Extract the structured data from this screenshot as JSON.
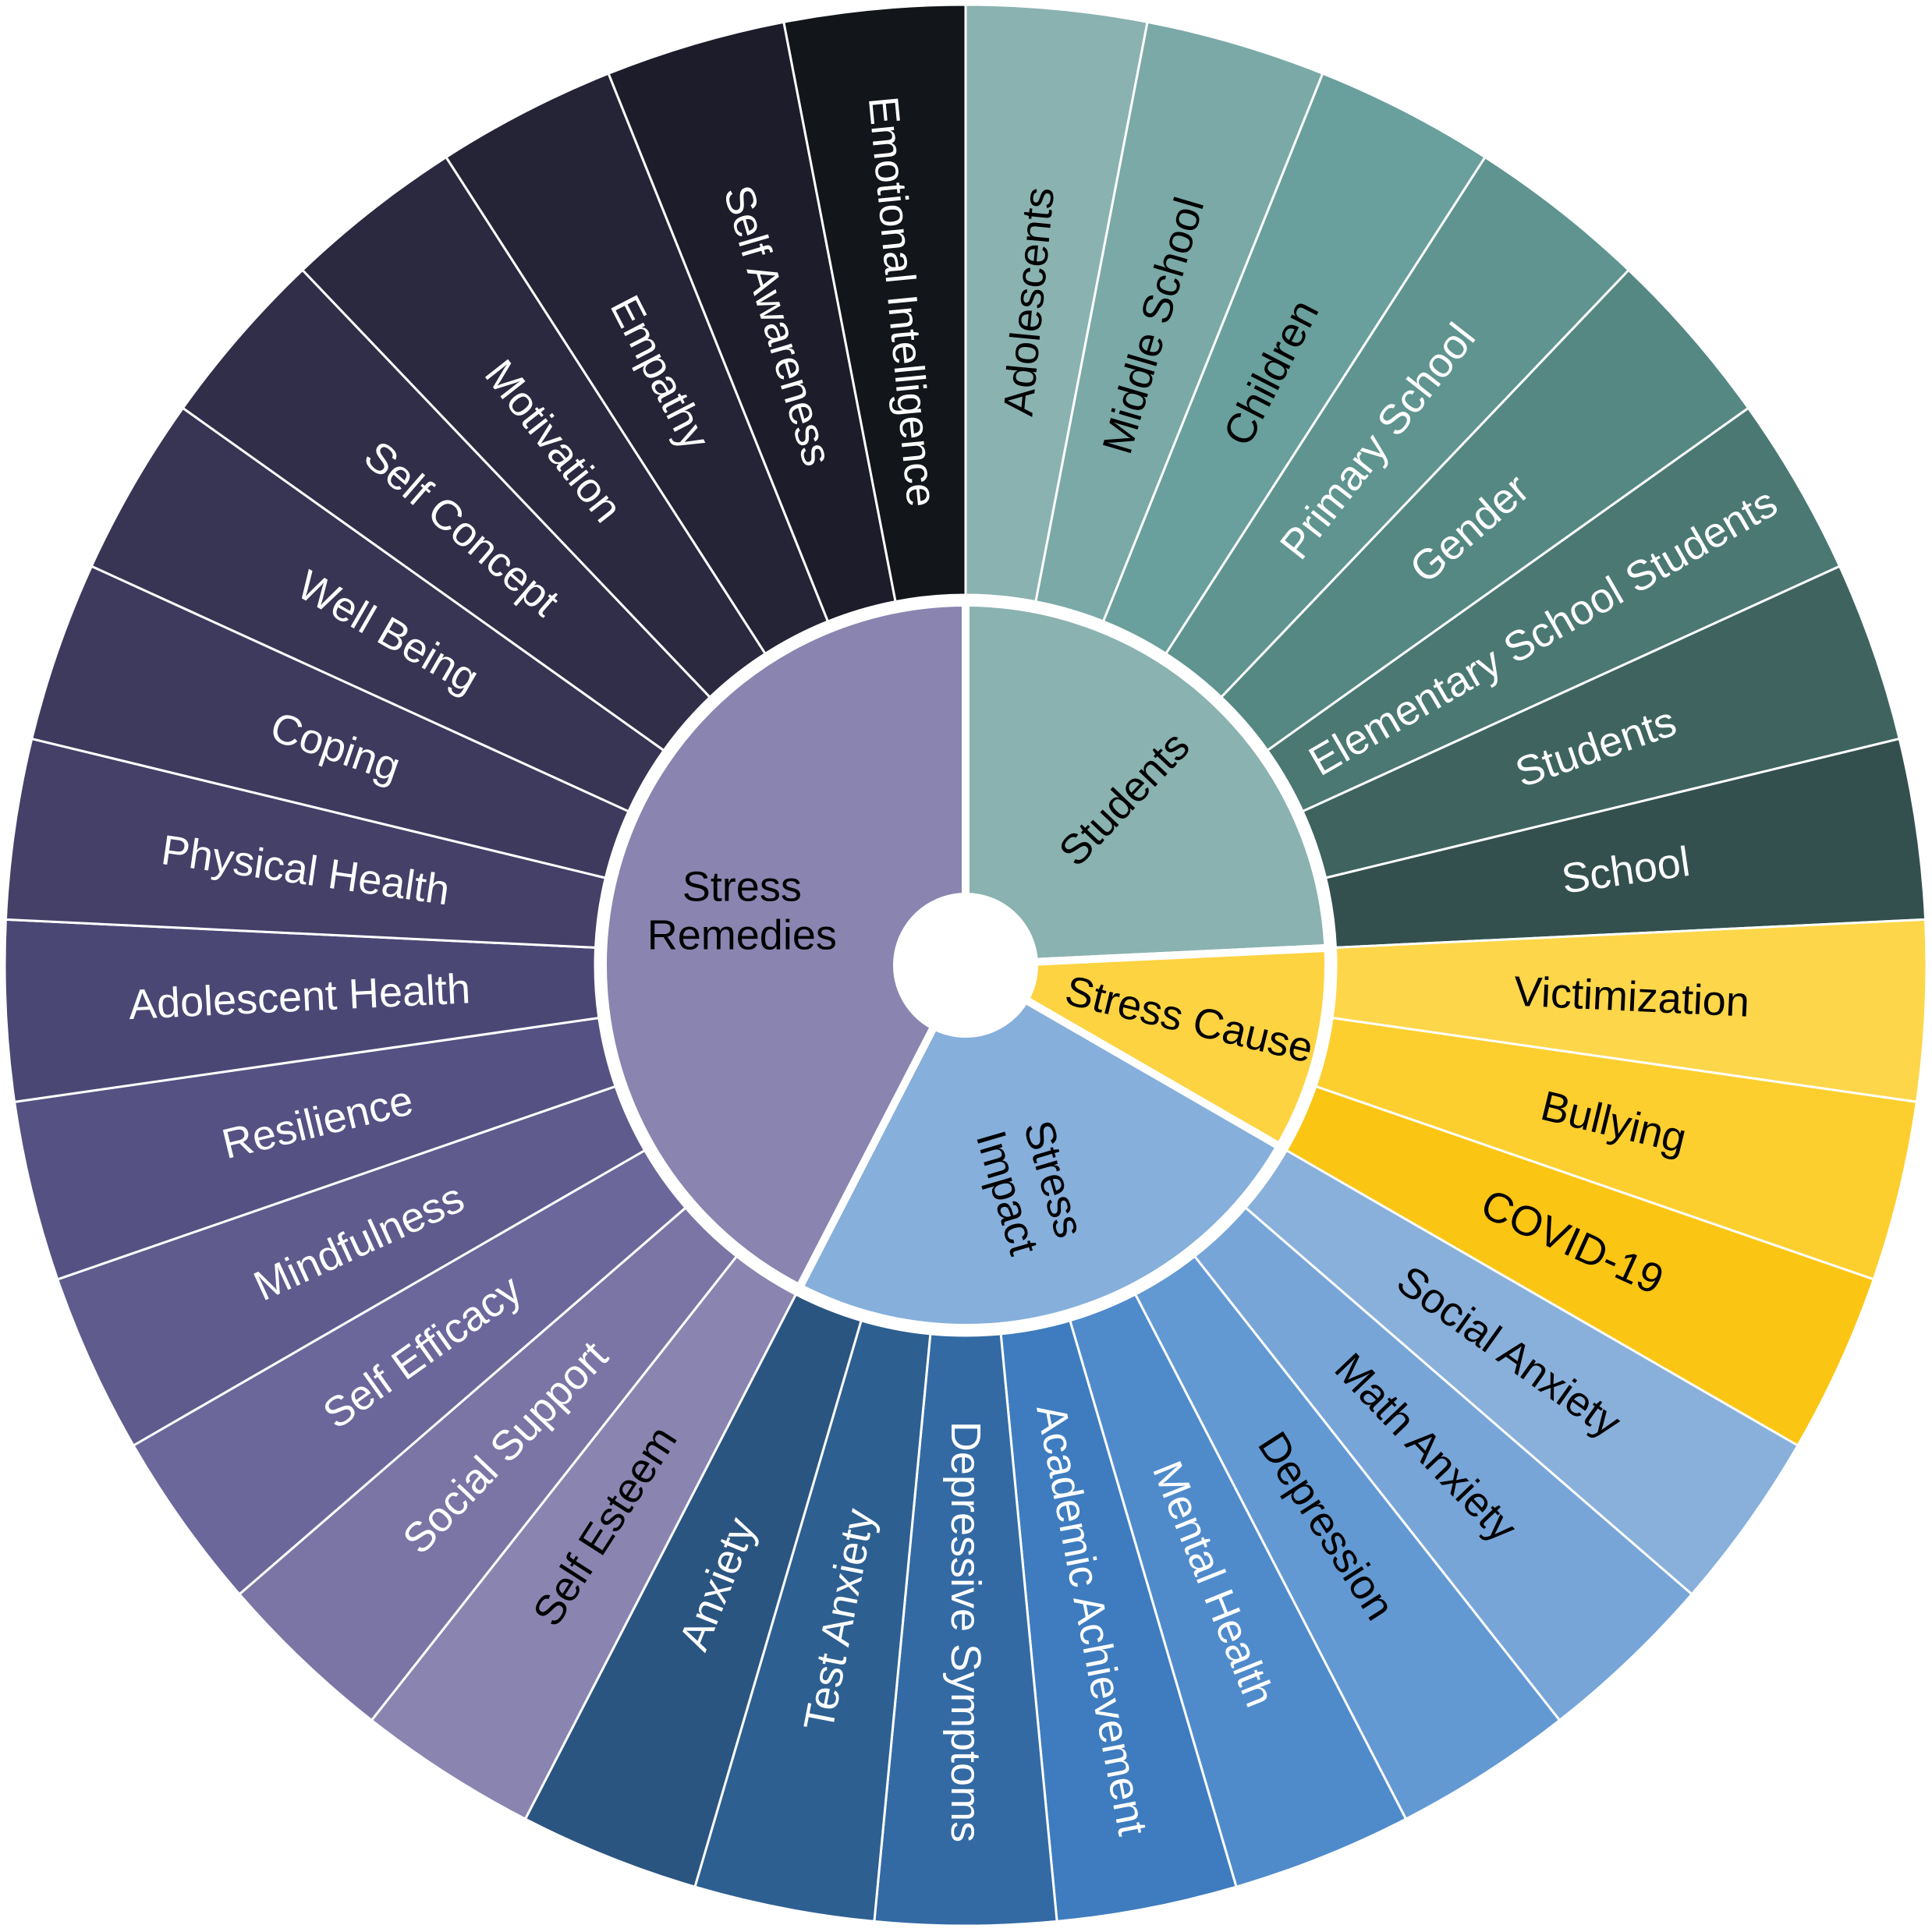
{
  "chart_data": {
    "type": "sunburst",
    "title": "",
    "groups": [
      {
        "name": "Students",
        "label_lines": [
          "Students"
        ],
        "weight": 8,
        "inner_color": "#8ab2b0",
        "inner_text_color": "#000000",
        "items": [
          {
            "label": "Adolescents",
            "color": "#8ab2b0",
            "text_color": "#000000"
          },
          {
            "label": "Middle School",
            "color": "#7aa9a7",
            "text_color": "#000000"
          },
          {
            "label": "Children",
            "color": "#699f9c",
            "text_color": "#000000"
          },
          {
            "label": "Primary School",
            "color": "#5f9490",
            "text_color": "#ffffff"
          },
          {
            "label": "Gender",
            "color": "#558883",
            "text_color": "#ffffff"
          },
          {
            "label": "Elementary School Students",
            "color": "#4b7873",
            "text_color": "#ffffff"
          },
          {
            "label": "Students",
            "color": "#3f6460",
            "text_color": "#ffffff"
          },
          {
            "label": "School",
            "color": "#33504e",
            "text_color": "#ffffff"
          }
        ]
      },
      {
        "name": "Stress Cause",
        "label_lines": [
          "Stress Cause"
        ],
        "weight": 3,
        "inner_color": "#fdd342",
        "inner_text_color": "#000000",
        "items": [
          {
            "label": "Victimization",
            "color": "#fdd64a",
            "text_color": "#000000"
          },
          {
            "label": "Bullying",
            "color": "#fccf2e",
            "text_color": "#000000"
          },
          {
            "label": "COVID-19",
            "color": "#fbc513",
            "text_color": "#000000"
          }
        ]
      },
      {
        "name": "Stress Impact",
        "label_lines": [
          "Stress",
          "Impact"
        ],
        "weight": 8,
        "inner_color": "#86afdb",
        "inner_text_color": "#000000",
        "items": [
          {
            "label": "Social Anxiety",
            "color": "#88b0da",
            "text_color": "#000000"
          },
          {
            "label": "Math Anxiety",
            "color": "#77a5d8",
            "text_color": "#000000"
          },
          {
            "label": "Depression",
            "color": "#6399d2",
            "text_color": "#000000"
          },
          {
            "label": "Mental Health",
            "color": "#4f8bcb",
            "text_color": "#ffffff"
          },
          {
            "label": "Academic Achievement",
            "color": "#3e7cbf",
            "text_color": "#ffffff"
          },
          {
            "label": "Depressive Symptoms",
            "color": "#336aa4",
            "text_color": "#ffffff"
          },
          {
            "label": "Test Anxiety",
            "color": "#2d5f91",
            "text_color": "#ffffff"
          },
          {
            "label": "Anxiety",
            "color": "#2b5581",
            "text_color": "#ffffff"
          }
        ]
      },
      {
        "name": "Stress Remedies",
        "label_lines": [
          "Stress",
          "Remedies"
        ],
        "weight": 16,
        "inner_color": "#8985b0",
        "inner_text_color": "#000000",
        "items": [
          {
            "label": "Self Esteem",
            "color": "#8985b0",
            "text_color": "#000000"
          },
          {
            "label": "Social Support",
            "color": "#7a75a4",
            "text_color": "#ffffff"
          },
          {
            "label": "Self Efficacy",
            "color": "#6c679a",
            "text_color": "#ffffff"
          },
          {
            "label": "Mindfulness",
            "color": "#5f5b8d",
            "text_color": "#ffffff"
          },
          {
            "label": "Resilience",
            "color": "#555182",
            "text_color": "#ffffff"
          },
          {
            "label": "Adolescent Health",
            "color": "#4b4775",
            "text_color": "#ffffff"
          },
          {
            "label": "Physical Health",
            "color": "#444068",
            "text_color": "#ffffff"
          },
          {
            "label": "Coping",
            "color": "#3e3a5e",
            "text_color": "#ffffff"
          },
          {
            "label": "Well Being",
            "color": "#383453",
            "text_color": "#ffffff"
          },
          {
            "label": "Self Concept",
            "color": "#312e49",
            "text_color": "#ffffff"
          },
          {
            "label": "Motivation",
            "color": "#2b2940",
            "text_color": "#ffffff"
          },
          {
            "label": "Empathy",
            "color": "#252336",
            "text_color": "#ffffff"
          },
          {
            "label": "Self Awareness",
            "color": "#1d1c2b",
            "text_color": "#ffffff"
          },
          {
            "label": "Emotional Intelligence",
            "color": "#121519",
            "text_color": "#ffffff"
          }
        ]
      }
    ]
  }
}
